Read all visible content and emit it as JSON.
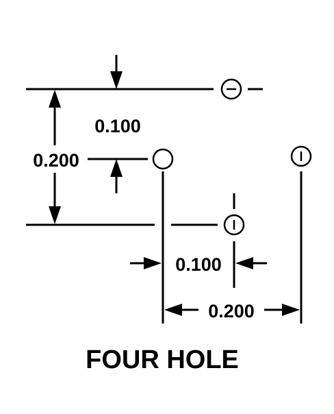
{
  "diagram": {
    "dimension_vertical_small": "0.100",
    "dimension_vertical_large": "0.200",
    "dimension_horizontal_small": "0.100",
    "dimension_horizontal_large": "0.200",
    "caption": "FOUR HOLE"
  }
}
